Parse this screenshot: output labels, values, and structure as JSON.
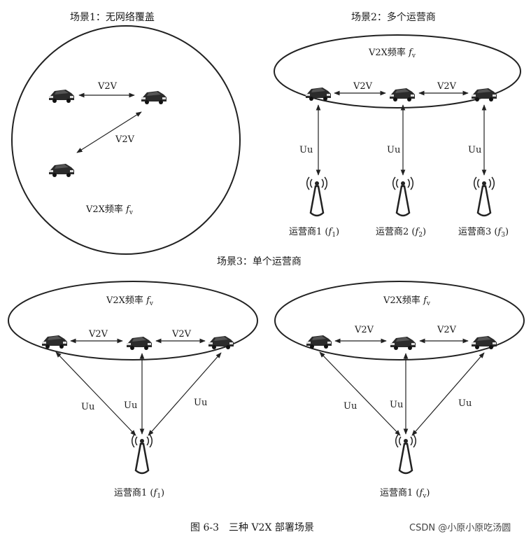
{
  "scene1": {
    "title": "场景1：无网络覆盖",
    "v2v_top": "V2V",
    "v2v_diag": "V2V",
    "band": "V2X频率",
    "freq_var": "f",
    "freq_sub": "v"
  },
  "scene2": {
    "title": "场景2：多个运营商",
    "band": "V2X频率",
    "freq_var": "f",
    "freq_sub": "v",
    "v2v_left": "V2V",
    "v2v_right": "V2V",
    "uu_labels": [
      "Uu",
      "Uu",
      "Uu"
    ],
    "operators": [
      {
        "name": "运营商1",
        "var": "f",
        "sub": "1"
      },
      {
        "name": "运营商2",
        "var": "f",
        "sub": "2"
      },
      {
        "name": "运营商3",
        "var": "f",
        "sub": "3"
      }
    ]
  },
  "scene3": {
    "title": "场景3：单个运营商",
    "left": {
      "band": "V2X频率",
      "freq_var": "f",
      "freq_sub": "v",
      "v2v_left": "V2V",
      "v2v_right": "V2V",
      "uu_labels": [
        "Uu",
        "Uu",
        "Uu"
      ],
      "operator": {
        "name": "运营商1",
        "var": "f",
        "sub": "1"
      }
    },
    "right": {
      "band": "V2X频率",
      "freq_var": "f",
      "freq_sub": "v",
      "v2v_left": "V2V",
      "v2v_right": "V2V",
      "uu_labels": [
        "Uu",
        "Uu",
        "Uu"
      ],
      "operator": {
        "name": "运营商1",
        "var": "f",
        "sub": "v"
      }
    }
  },
  "caption": "图 6-3　三种 V2X 部署场景",
  "watermark": "CSDN @小原小原吃汤圆"
}
